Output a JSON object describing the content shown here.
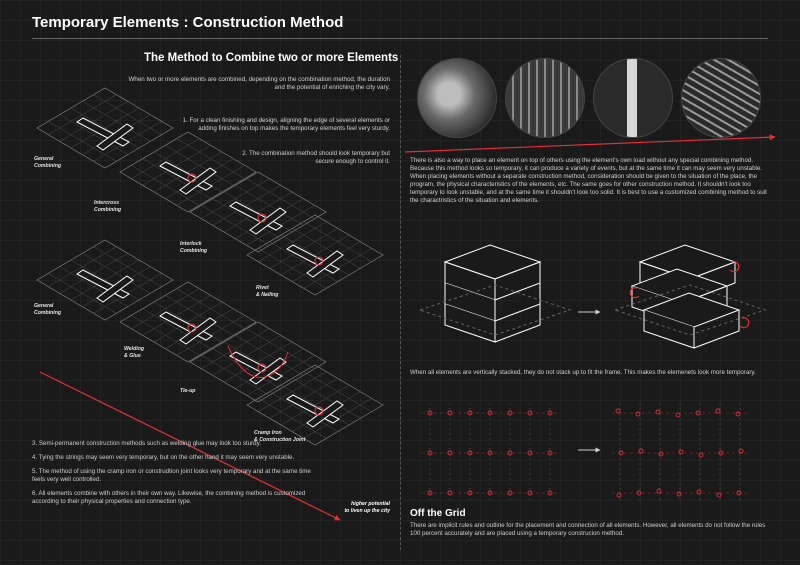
{
  "header": {
    "title": "Temporary Elements : Construction Method"
  },
  "left": {
    "heading": "The Method to Combine two or more Elements",
    "intro": "When two or more elements are combined, depending on the combination method, the duration and the potential of enriching the city vary.",
    "note1": "1.  For a clean finishing and design, aligning the edge of several elements or adding finishes on top makes the temporary elements feel very sturdy.",
    "note2": "2. The combination method should look temporary but secure enough to control it.",
    "labels": {
      "general1": "General\nCombining",
      "intercross": "Intercross\nCombining",
      "interlock": "Interlock\nCombining",
      "rivet": "Rivet\n& Nailing",
      "general2": "General\nCombining",
      "welding": "Welding\n& Glue",
      "tieup": "Tie-up",
      "cramp": "Cramp Iron\n& Construction Joint"
    },
    "axis_label": "higher potential\nto liven up the city",
    "notes": [
      "3. Semi-permanent construction methods such as welding glue may look too sturdy.",
      "4. Tying the strings may seem very temporary, but on the other hand it may seem very unstable.",
      "5. The method of using the cramp iron or construdtion joint looks very temporary and at the same time feels very well controlled.",
      "6. All elements combine with others in their own way. Likewise, the combining method is customized according to their physical properties and connection type."
    ]
  },
  "right": {
    "para1": "There is also a way to place an element on top of others using the element's own load without any special combining method. Because this method looks so temporary, it can produce a variety of events, but at the same time it can may seem very unstable. When placing elements without a separate construction method, consideration should be given to the situation of the place, the program, the physical characteristics of the elements, etc. The same goes for other construction method. It shouldn't look too temporary to look unstable, and at the same time it shouldn't look too solid. It is best to use a customized combining method to suit the charactristics of the situation and elements.",
    "para_stack": "When all elements are vertically stacked, they do not stack up to fit the frame. This makes the elemenets look more temporary.",
    "off_grid_title": "Off the Grid",
    "para_grid": "There are implicit rules and outline for the placement and connection of all elements. However, all elements do not follow the rules 100 percent accurately and are placed using a temporary construcion method."
  },
  "colors": {
    "accent": "#e0303a",
    "line": "#ffffff",
    "grid": "#8a8a8a"
  }
}
